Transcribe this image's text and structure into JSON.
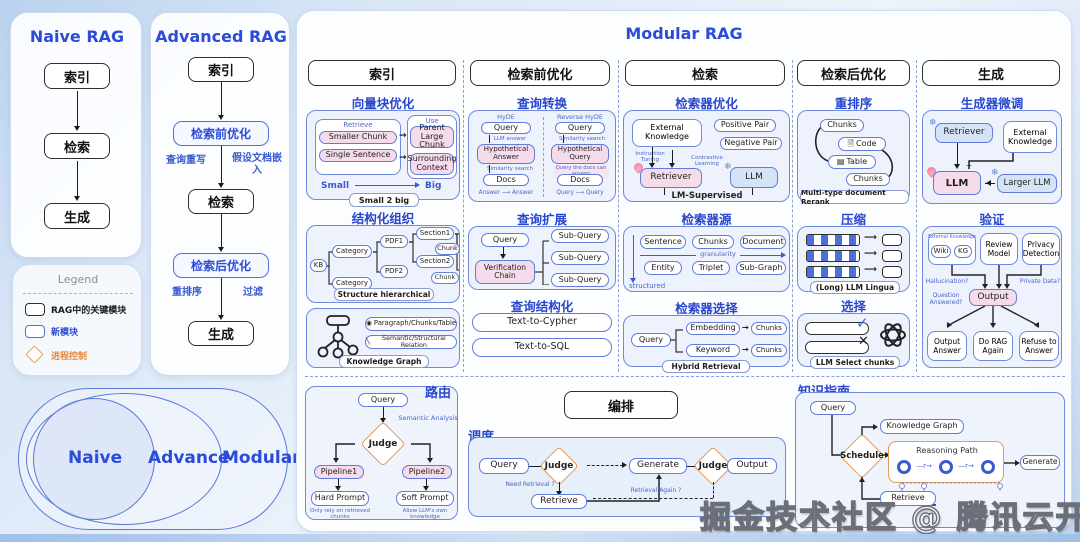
{
  "watermark": "掘金技术社区 @ 腾讯云开发者",
  "naive": {
    "title": "Naive RAG",
    "s1": "索引",
    "s2": "检索",
    "s3": "生成"
  },
  "advanced": {
    "title": "Advanced RAG",
    "s1": "索引",
    "s2": "检索前优化",
    "lbl_rewrite": "查询重写",
    "lbl_hyde": "假设文档嵌入",
    "s3": "检索",
    "s4": "检索后优化",
    "lbl_rerank": "重排序",
    "lbl_filter": "过滤",
    "s5": "生成"
  },
  "legend": {
    "title": "Legend",
    "key_module": "RAG中的关键模块",
    "new_module": "新模块",
    "process_control": "进程控制"
  },
  "venn": {
    "naive": "Naive",
    "advance": "Advance",
    "modular": "Modular"
  },
  "modular": {
    "title": "Modular RAG",
    "headers": {
      "h1": "索引",
      "h2": "检索前优化",
      "h3": "检索",
      "h4": "检索后优化",
      "h5": "生成"
    },
    "col1": {
      "t1": "向量块优化",
      "s2b": {
        "retrieve": "Retrieve",
        "smaller": "Smaller Chunk",
        "single": "Single Sentence",
        "use": "Use",
        "parent": "Parent Large Chunk",
        "surround": "Surrounding Context",
        "small": "Small",
        "big": "Big",
        "caption": "Small 2 big"
      },
      "t2": "结构化组织",
      "hier": {
        "kb": "KB",
        "category": "Category",
        "pdf1": "PDF1",
        "pdf2": "PDF2",
        "section1": "Section1",
        "section2": "Section2",
        "chunk": "Chunk",
        "caption": "Structure hierarchical"
      },
      "kg": {
        "item1": "Paragraph/Chunks/Table",
        "item2": "Semantic/Structural Relation",
        "caption": "Knowledge Graph"
      }
    },
    "col2": {
      "t1": "查询转换",
      "hyde": {
        "ltitle": "HyDE",
        "rtitle": "Reverse HyDE",
        "query": "Query",
        "llm_answer": "LLM answer",
        "hyp_answer": "Hypothetical Answer",
        "sim_search": "Similarity search",
        "docs": "Docs",
        "aa": "Answer ⟶ Answer",
        "hyp_query": "Hypothetical Query",
        "docs_can": "Query the docs can answer",
        "qq": "Query ⟶ Query"
      },
      "t2": "查询扩展",
      "exp": {
        "query": "Query",
        "chain": "Verification Chain",
        "sub": "Sub-Query"
      },
      "t3": "查询结构化",
      "cypher": "Text-to-Cypher",
      "sql": "Text-to-SQL"
    },
    "col3": {
      "t1": "检索器优化",
      "opt": {
        "external": "External Knowledge",
        "pos": "Positive Pair",
        "neg": "Negative Pair",
        "instr": "Instruction Tuning",
        "contr": "Contrastive Learning",
        "retriever": "Retriever",
        "llm": "LLM",
        "lmsup": "LM-Supervised"
      },
      "t2": "检索器源",
      "src": {
        "sentence": "Sentence",
        "chunks": "Chunks",
        "document": "Document",
        "granularity": "granularity",
        "entity": "Entity",
        "triplet": "Triplet",
        "subgraph": "Sub-Graph",
        "structured": "structured"
      },
      "t3": "检索器选择",
      "sel": {
        "query": "Query",
        "embedding": "Embedding",
        "keyword": "Keyword",
        "chunks": "Chunks",
        "caption": "Hybrid Retrieval"
      }
    },
    "col4": {
      "t1": "重排序",
      "rr": {
        "chunks": "Chunks",
        "code": "Code",
        "table": "Table",
        "caption": "Multi-type document Rerank"
      },
      "t2": "压缩",
      "compress_caption": "(Long) LLM Lingua",
      "t3": "选择",
      "select_caption": "LLM Select chunks"
    },
    "col5": {
      "t1": "生成器微调",
      "ft": {
        "retriever": "Retriever",
        "external": "External Knowledge",
        "llm": "LLM",
        "larger": "Larger LLM"
      },
      "t2": "验证",
      "vf": {
        "ek": "External Knowledge",
        "wiki": "Wiki",
        "kg": "KG",
        "review": "Review Model",
        "privacy": "Privacy Detection",
        "halluc": "Hallucination?",
        "private": "Private Data?",
        "answered": "Question Answered?",
        "output": "Output",
        "out_ans": "Output Answer",
        "do_rag": "Do RAG Again",
        "refuse": "Refuse to Answer"
      }
    },
    "routing": {
      "title": "路由",
      "query": "Query",
      "semantic": "Semantic Analysis",
      "judge": "Judge",
      "p1": "Pipeline1",
      "p2": "Pipeline2",
      "hard": "Hard Prompt",
      "soft": "Soft Prompt",
      "hard_note": "Only rely on retrieved chunks",
      "soft_note": "Allow LLM's own knowledge"
    },
    "orchestration": "编排",
    "sched": {
      "title": "调度",
      "query": "Query",
      "judge": "Judge",
      "need": "Need Retrieval ?",
      "retrieve": "Retrieve",
      "generate": "Generate",
      "again": "Retrieval Again ?",
      "output": "Output"
    },
    "guide": {
      "title": "知识指南",
      "query": "Query",
      "schedule": "Schedule",
      "kg": "Knowledge Graph",
      "reason": "Reasoning Path",
      "r": "r",
      "generate": "Generate",
      "retrieve": "Retrieve"
    }
  }
}
